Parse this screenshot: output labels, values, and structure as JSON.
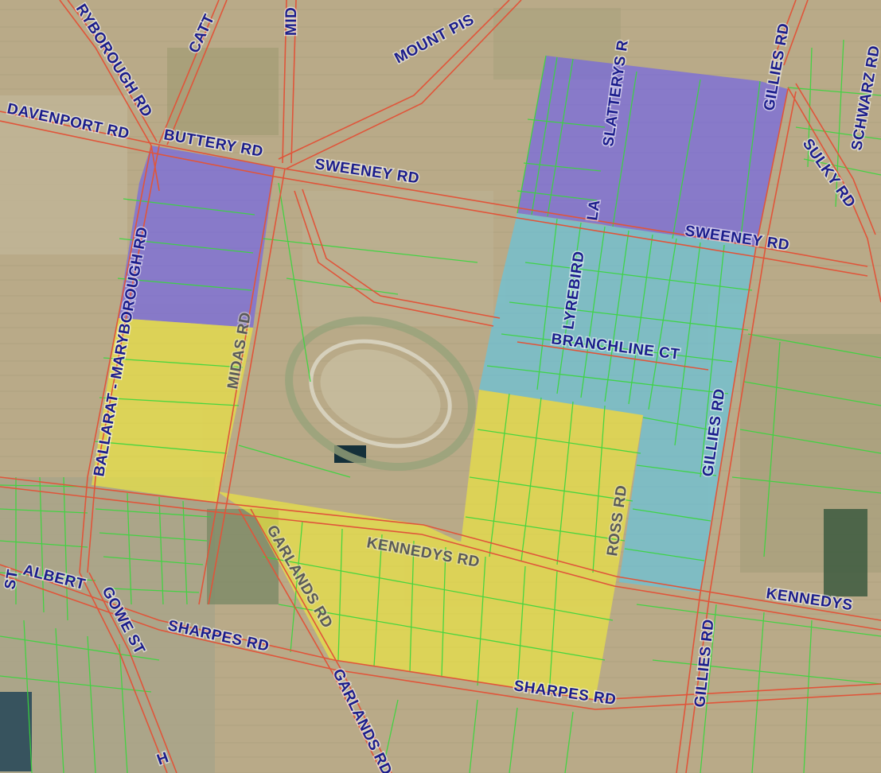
{
  "map": {
    "colors": {
      "road_line": "#e0553a",
      "parcel_line": "#39d63c",
      "zone_purple": "#6a5cf0",
      "zone_cyan": "#5cc8e8",
      "zone_yellow": "#f2ec3a",
      "label_text": "#1b1d8c",
      "label_text_grey": "#5a5a5a"
    },
    "zones": [
      {
        "name": "zone-purple-west",
        "color": "purple"
      },
      {
        "name": "zone-purple-northeast",
        "color": "purple"
      },
      {
        "name": "zone-cyan-east",
        "color": "cyan"
      },
      {
        "name": "zone-yellow-west",
        "color": "yellow"
      },
      {
        "name": "zone-yellow-center",
        "color": "yellow"
      },
      {
        "name": "zone-yellow-south",
        "color": "yellow"
      }
    ],
    "road_labels": {
      "maryborough_top": "RYBOROUGH RD",
      "catt": "CATT",
      "mid_top": "MID",
      "mount_pis": "MOUNT PIS",
      "slatterys": "SLATTERYS R",
      "gillies_top": "GILLIES RD",
      "schwarz": "SCHWARZ RD",
      "davenport": "DAVENPORT RD",
      "buttery": "BUTTERY RD",
      "sweeney_west": "SWEENEY RD",
      "sulky": "SULKY RD",
      "sweeney_east": "SWEENEY  RD",
      "la": "LA",
      "ballarat_maryborough": "BALLARAT - MARYBOROUGH RD",
      "lyrebird": "LYREBIRD",
      "midas": "MIDAS RD",
      "branchline": "BRANCHLINE CT",
      "gillies_mid": "GILLIES RD",
      "ross": "ROSS RD",
      "kennedys_center": "KENNEDYS RD",
      "kennedys_east": "KENNEDYS",
      "albert": "ALBERT",
      "st_west": "ST",
      "gowe": "GOWE ST",
      "sharpes_west": "SHARPES RD",
      "garlands_1": "GARLANDS RD",
      "garlands_2": "GARLANDS RD",
      "sharpes_east": "SHARPES RD",
      "gillies_south": "GILLIES RD",
      "h": "H"
    }
  }
}
